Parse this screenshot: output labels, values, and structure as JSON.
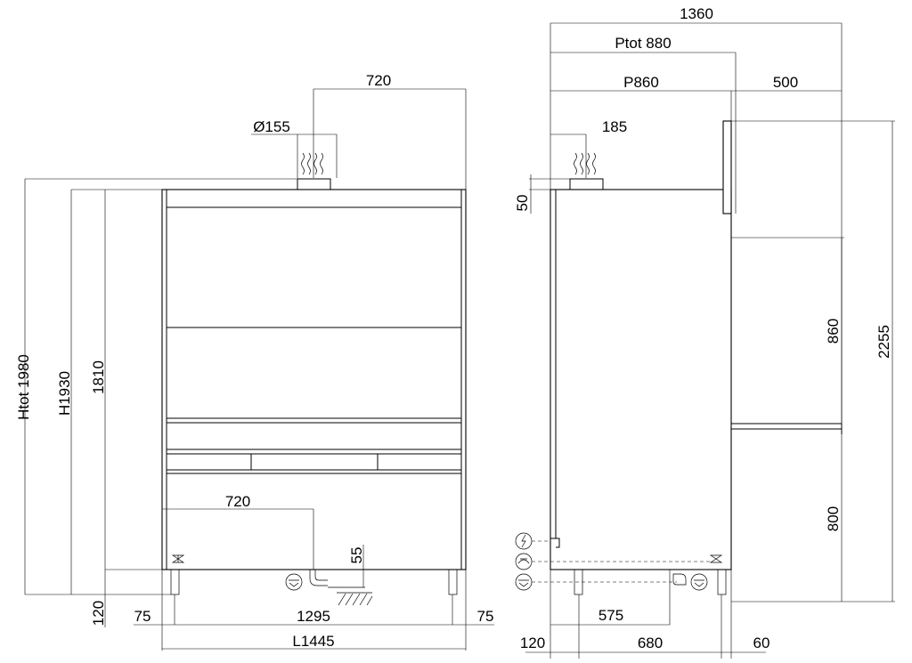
{
  "front_view": {
    "dims": {
      "duct_width": "720",
      "duct_diameter": "Ø155",
      "htot": "Htot 1980",
      "h": "H1930",
      "h_inner": "1810",
      "leg_height": "120",
      "left_offset": "75",
      "inner_width": "1295",
      "right_offset": "75",
      "total_width": "L1445",
      "drain_offset": "720",
      "drain_height": "55"
    }
  },
  "side_view": {
    "dims": {
      "overall_depth": "1360",
      "ptot": "Ptot 880",
      "depth": "P860",
      "extension": "500",
      "duct_offset": "185",
      "top_height": "50",
      "upper_opening": "860",
      "total_height": "2255",
      "lower_height": "800",
      "drain_offset": "575",
      "front_leg": "120",
      "leg_span": "680",
      "rear_leg": "60"
    }
  }
}
